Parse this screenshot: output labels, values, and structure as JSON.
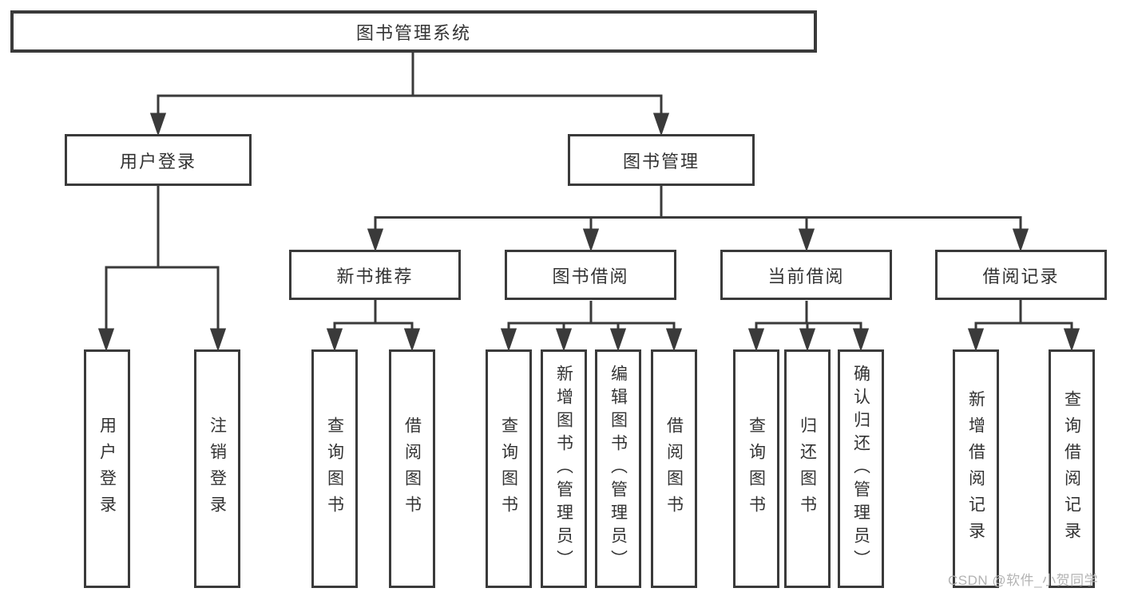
{
  "nodes": {
    "root": {
      "label": "图书管理系统"
    },
    "user_login": {
      "label": "用户登录"
    },
    "book_management": {
      "label": "图书管理"
    },
    "new_book_recommend": {
      "label": "新书推荐"
    },
    "book_borrowing": {
      "label": "图书借阅"
    },
    "current_borrowing": {
      "label": "当前借阅"
    },
    "borrowing_records": {
      "label": "借阅记录"
    },
    "leaves": {
      "user_login": {
        "label": "用户登录"
      },
      "logout": {
        "label": "注销登录"
      },
      "query_book_recommend": {
        "label": "查询图书"
      },
      "borrow_book_recommend": {
        "label": "借阅图书"
      },
      "query_book_borrowing": {
        "label": "查询图书"
      },
      "add_book_admin": {
        "label": "新增图书（管理员）"
      },
      "edit_book_admin": {
        "label": "编辑图书（管理员）"
      },
      "borrow_book_borrowing": {
        "label": "借阅图书"
      },
      "query_book_current": {
        "label": "查询图书"
      },
      "return_book": {
        "label": "归还图书"
      },
      "confirm_return_admin": {
        "label": "确认归还（管理员）"
      },
      "add_borrow_record": {
        "label": "新增借阅记录"
      },
      "query_borrow_record": {
        "label": "查询借阅记录"
      }
    }
  },
  "watermark": {
    "text": "CSDN @软件_小贺同学"
  },
  "colors": {
    "line": "#3a3a3a",
    "text": "#333333",
    "watermark": "#b3b3b3",
    "background": "#ffffff"
  }
}
